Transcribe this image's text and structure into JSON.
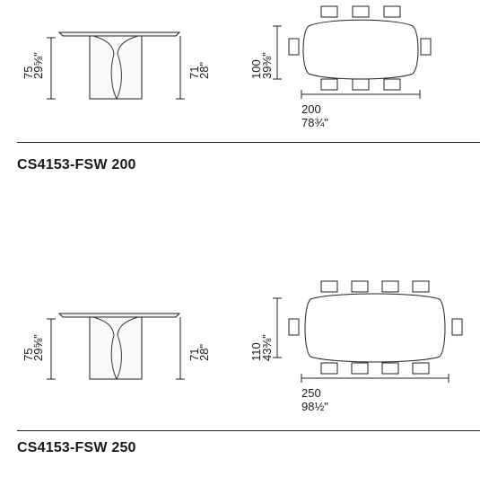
{
  "tables": [
    {
      "model": "CS4153-FSW 200",
      "side_height_cm": "75",
      "side_height_in": "29⅝\"",
      "base_height_cm": "71",
      "base_height_in": "28\"",
      "depth_cm": "100",
      "depth_in": "39⅜\"",
      "length_cm": "200",
      "length_in": "78¾\""
    },
    {
      "model": "CS4153-FSW 250",
      "side_height_cm": "75",
      "side_height_in": "29⅝\"",
      "base_height_cm": "71",
      "base_height_in": "28\"",
      "depth_cm": "110",
      "depth_in": "43⅜\"",
      "length_cm": "250",
      "length_in": "98½\""
    }
  ]
}
